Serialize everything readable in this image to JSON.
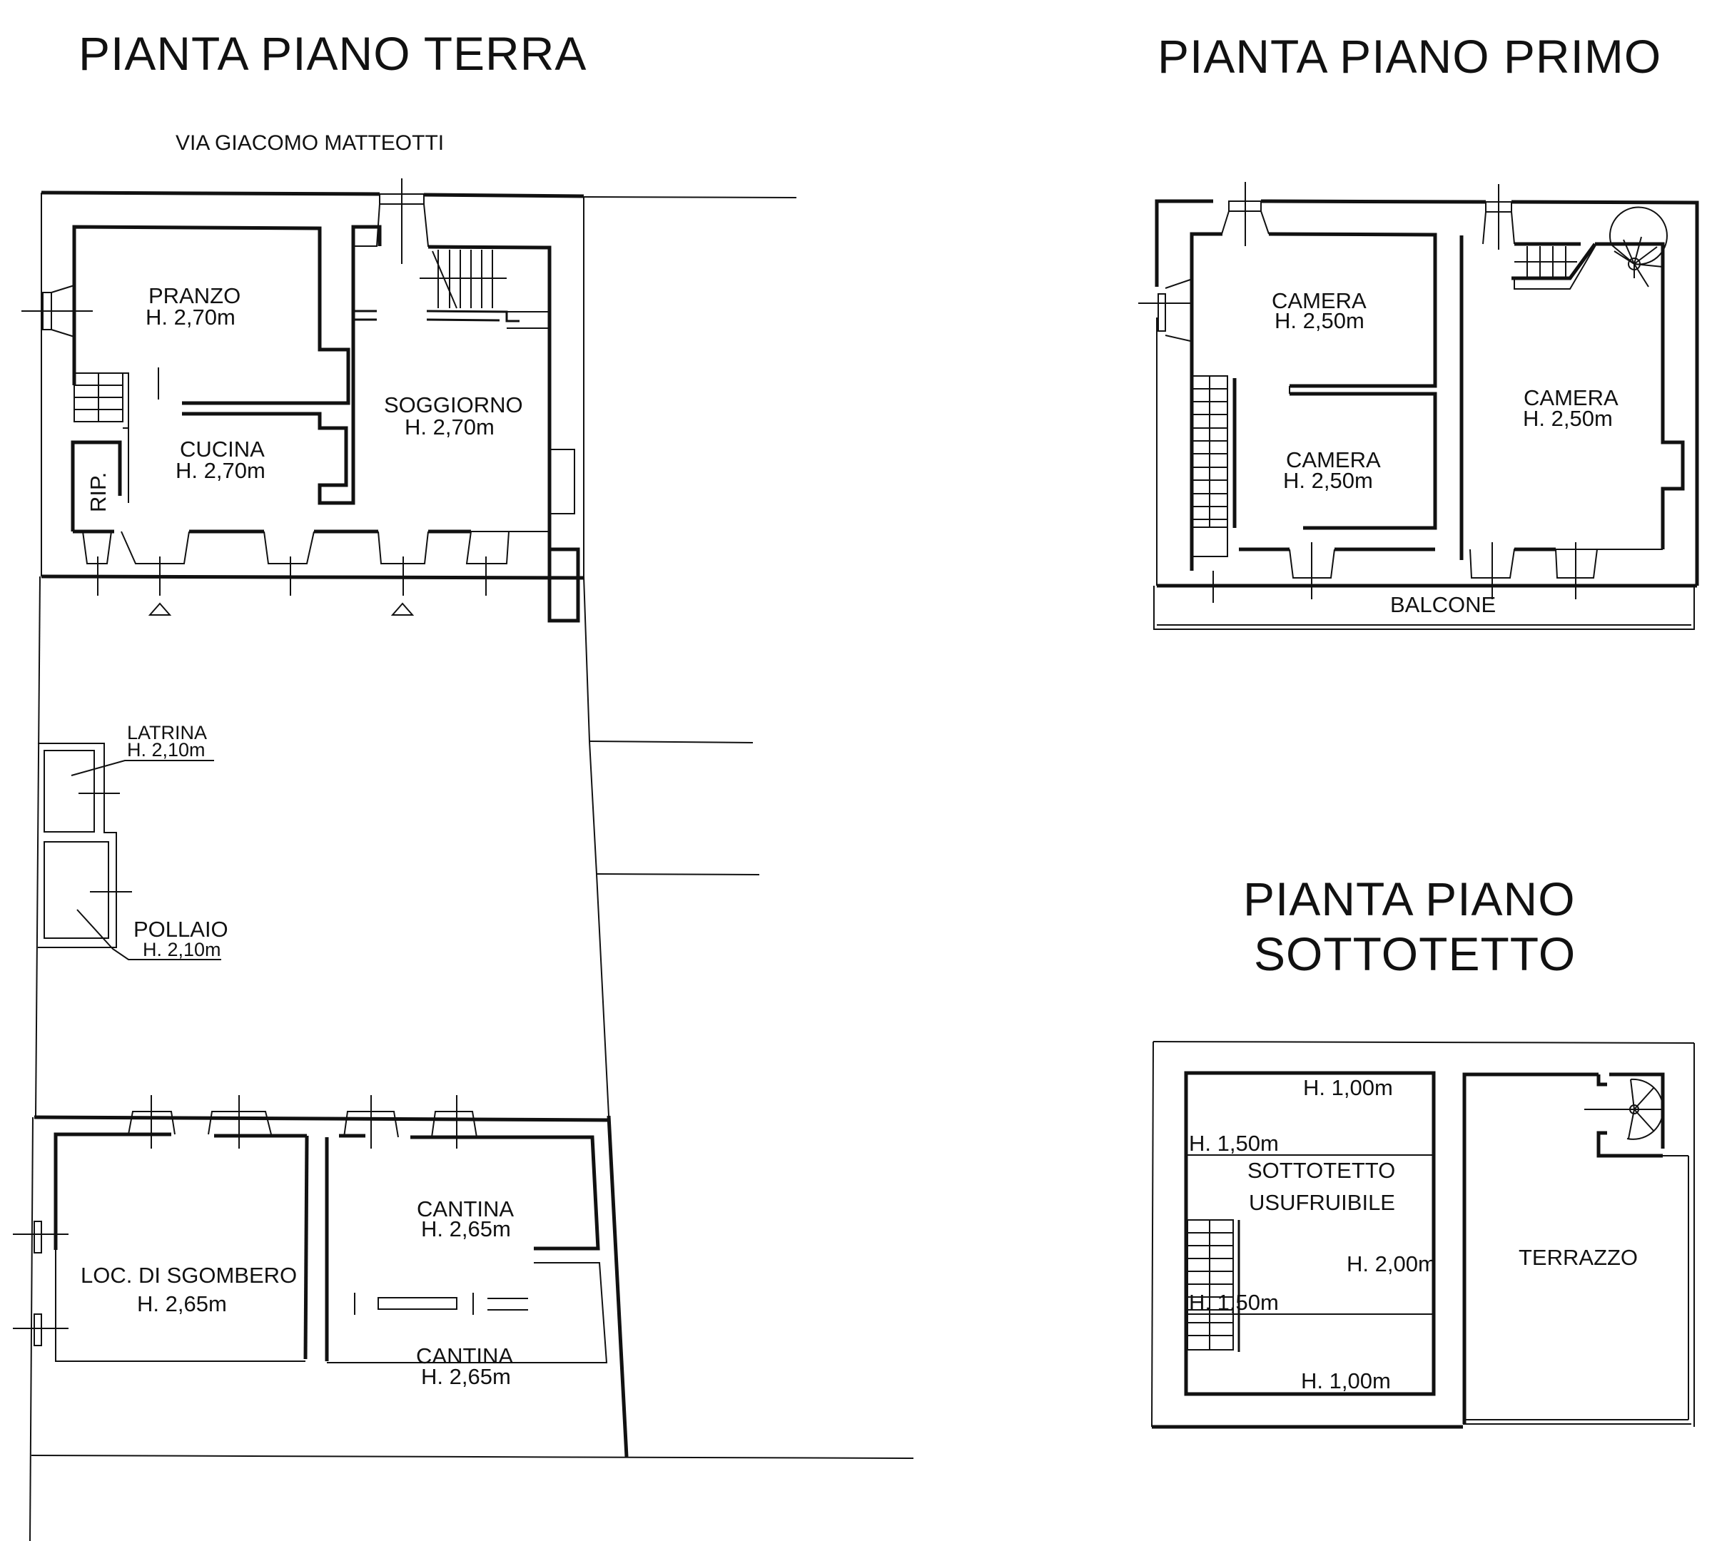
{
  "titles": {
    "ground_floor": "PIANTA PIANO TERRA",
    "first_floor": "PIANTA PIANO PRIMO",
    "attic_line1": "PIANTA PIANO",
    "attic_line2": "SOTTOTETTO"
  },
  "street": "VIA GIACOMO MATTEOTTI",
  "ground_floor": {
    "rooms": [
      {
        "name": "PRANZO",
        "height": "H. 2,70m"
      },
      {
        "name": "CUCINA",
        "height": "H. 2,70m"
      },
      {
        "name": "SOGGIORNO",
        "height": "H. 2,70m"
      },
      {
        "name": "RIP.",
        "height": ""
      },
      {
        "name": "LATRINA",
        "height": "H. 2,10m"
      },
      {
        "name": "POLLAIO",
        "height": "H. 2,10m"
      },
      {
        "name": "LOC. DI SGOMBERO",
        "height": "H. 2,65m"
      },
      {
        "name": "CANTINA",
        "height": "H. 2,65m"
      },
      {
        "name": "CANTINA",
        "height": "H. 2,65m"
      }
    ]
  },
  "first_floor": {
    "rooms": [
      {
        "name": "CAMERA",
        "height": "H. 2,50m"
      },
      {
        "name": "CAMERA",
        "height": "H. 2,50m"
      },
      {
        "name": "CAMERA",
        "height": "H. 2,50m"
      }
    ],
    "balcony": "BALCONE"
  },
  "attic": {
    "room_line1": "SOTTOTETTO",
    "room_line2": "USUFRUIBILE",
    "terrace": "TERRAZZO",
    "heights": {
      "top": "H. 1,00m",
      "upper_mid": "H. 1,50m",
      "center": "H. 2,00m",
      "lower_mid": "H. 1,50m",
      "bottom": "H. 1,00m"
    }
  }
}
